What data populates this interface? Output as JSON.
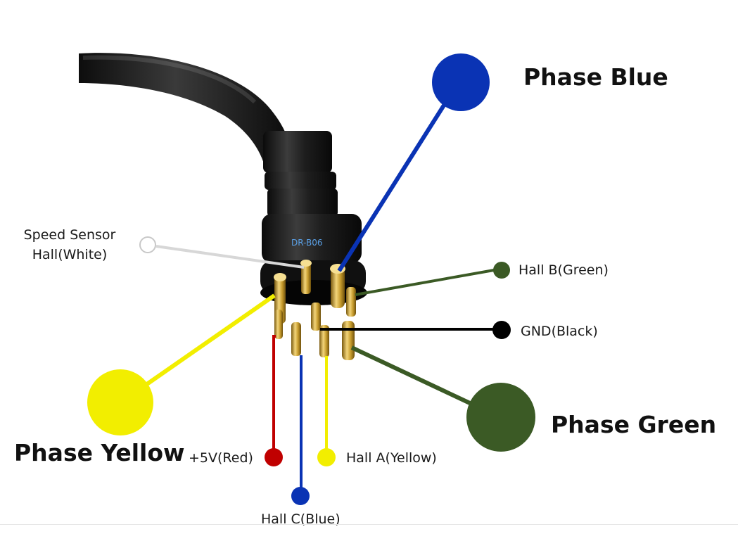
{
  "connector": {
    "model": "DR-B06"
  },
  "wires": {
    "phase_blue": {
      "label": "Phase Blue",
      "color": "#0a33b4"
    },
    "phase_yellow": {
      "label": "Phase Yellow",
      "color": "#f2ee00"
    },
    "phase_green": {
      "label": "Phase Green",
      "color": "#3b5a25"
    },
    "hall_b": {
      "label": "Hall B(Green)",
      "color": "#3b5a25"
    },
    "gnd": {
      "label": "GND(Black)",
      "color": "#000000"
    },
    "vcc": {
      "label": "+5V(Red)",
      "color": "#c00000"
    },
    "hall_a": {
      "label": "Hall A(Yellow)",
      "color": "#f2ee00"
    },
    "hall_c": {
      "label": "Hall C(Blue)",
      "color": "#0a33b4"
    },
    "speed_sensor": {
      "label_line1": "Speed Sensor",
      "label_line2": "Hall(White)",
      "color": "#ffffff"
    }
  }
}
